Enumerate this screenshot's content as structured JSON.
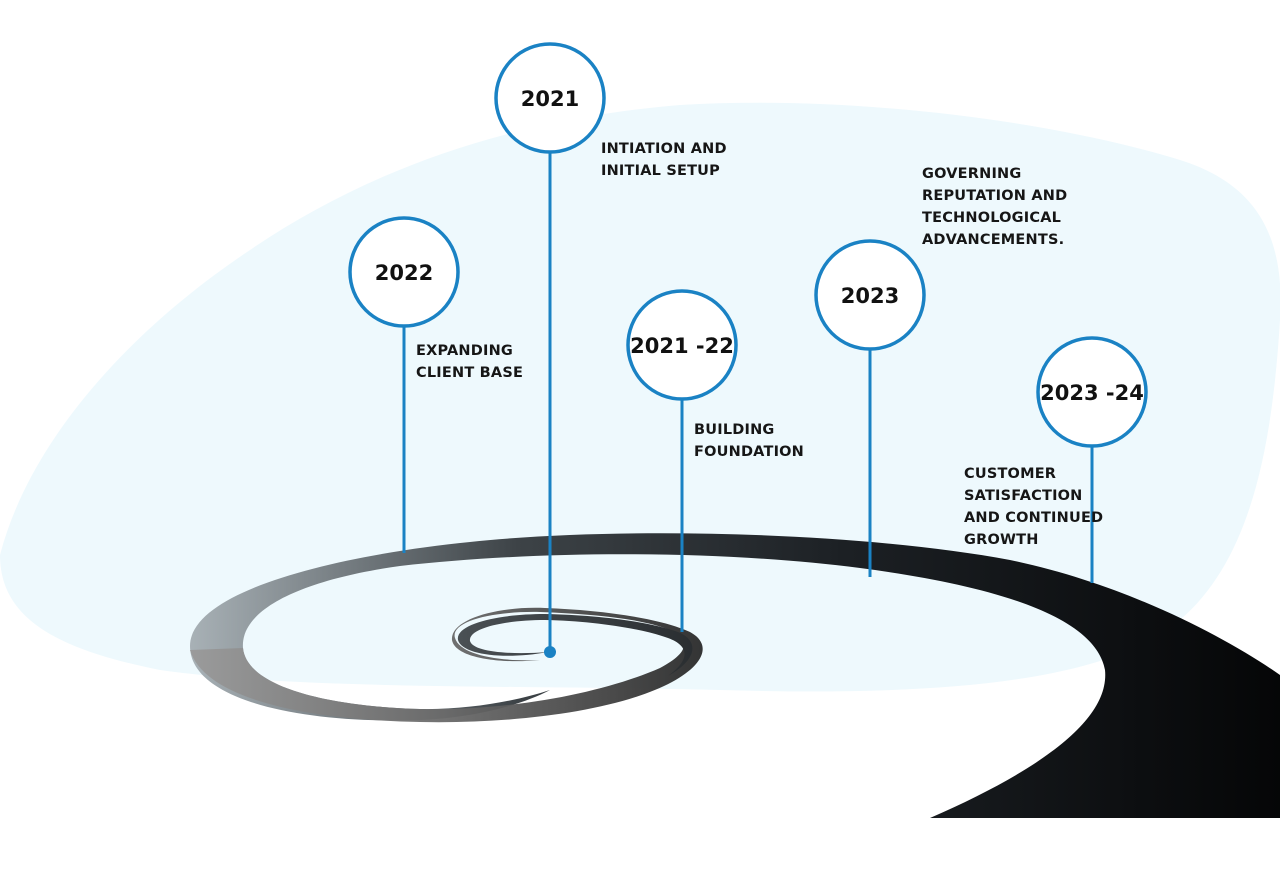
{
  "colors": {
    "background": "#ffffff",
    "blob": "#eef9fd",
    "accent": "#1a82c4",
    "text": "#161616"
  },
  "milestones": [
    {
      "year": "2021",
      "caption": [
        "INTIATION AND",
        "INITIAL SETUP"
      ]
    },
    {
      "year": "2022",
      "caption": [
        "EXPANDING",
        "CLIENT BASE"
      ]
    },
    {
      "year": "2021 -22",
      "caption": [
        "BUILDING",
        "FOUNDATION"
      ]
    },
    {
      "year": "2023",
      "caption": [
        "GOVERNING",
        "REPUTATION AND",
        "TECHNOLOGICAL",
        "ADVANCEMENTS."
      ]
    },
    {
      "year": "2023 -24",
      "caption": [
        "CUSTOMER",
        "SATISFACTION",
        "AND CONTINUED",
        "GROWTH"
      ]
    }
  ]
}
